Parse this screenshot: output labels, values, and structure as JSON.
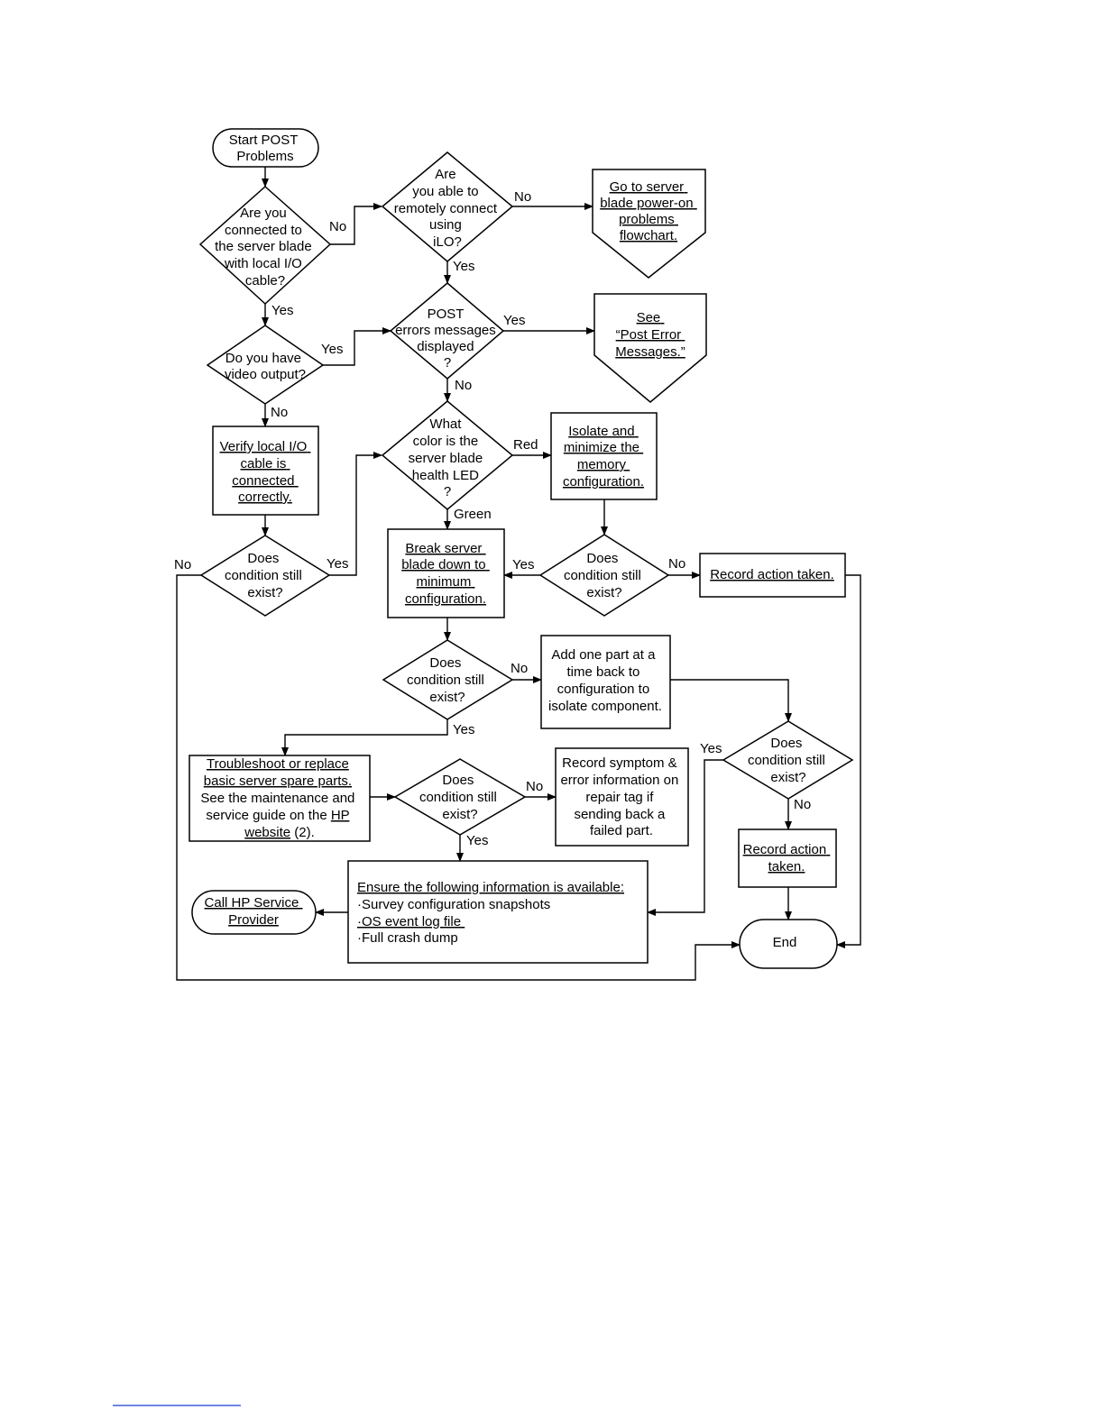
{
  "nodes": {
    "start": [
      "Start POST",
      "Problems"
    ],
    "d_local": [
      "Are you",
      "connected to",
      "the server blade",
      "with local I/O",
      "cable?"
    ],
    "d_remote": [
      "Are",
      "you able to",
      "remotely connect",
      "using",
      "iLO?"
    ],
    "power_on": [
      "Go to server",
      "blade power-on",
      "problems",
      "flowchart."
    ],
    "d_post": [
      "POST",
      "errors messages",
      "displayed",
      "?"
    ],
    "see_post": [
      "See",
      "“Post Error",
      "Messages.”"
    ],
    "d_video": [
      "Do you have",
      "video output?"
    ],
    "verify_io": [
      "Verify local I/O",
      "cable is",
      "connected",
      "correctly."
    ],
    "d_color": [
      "What",
      "color is the",
      "server blade",
      "health LED",
      "?"
    ],
    "isolate_mem": [
      "Isolate and",
      "minimize the",
      "memory",
      "configuration."
    ],
    "d_exist1": [
      "Does",
      "condition still",
      "exist?"
    ],
    "break_down": [
      "Break server",
      "blade down to",
      "minimum",
      "configuration."
    ],
    "d_exist2": [
      "Does",
      "condition still",
      "exist?"
    ],
    "record1": [
      "Record action taken."
    ],
    "d_exist3": [
      "Does",
      "condition still",
      "exist?"
    ],
    "add_part": [
      "Add one part at a",
      "time back to",
      "configuration to",
      "isolate component."
    ],
    "d_exist4": [
      "Does",
      "condition still",
      "exist?"
    ],
    "troubleshoot_l1": "Troubleshoot or replace",
    "troubleshoot_l2": "basic server spare parts.",
    "troubleshoot_l3": "See the maintenance and",
    "troubleshoot_l4a": "service guide on the ",
    "troubleshoot_l4b": "HP",
    "troubleshoot_l5a": "website",
    "troubleshoot_l5b": " (2).",
    "d_exist5": [
      "Does",
      "condition still",
      "exist?"
    ],
    "record_symptom": [
      "Record symptom &",
      "error information on",
      "repair tag if",
      "sending back a",
      "failed part."
    ],
    "record2": [
      "Record action",
      "taken."
    ],
    "ensure_title": "Ensure the following information is available:",
    "ensure_1": "·Survey configuration snapshots",
    "ensure_2": "·OS event log file ",
    "ensure_3": "·Full crash dump",
    "call_hp": [
      "Call HP Service ",
      "Provider"
    ],
    "end": [
      "End"
    ]
  },
  "edge_labels": {
    "local_no": "No",
    "local_yes": "Yes",
    "remote_no": "No",
    "remote_yes": "Yes",
    "video_yes": "Yes",
    "video_no": "No",
    "post_yes": "Yes",
    "post_no": "No",
    "color_red": "Red",
    "color_green": "Green",
    "exist1_no": "No",
    "exist1_yes": "Yes",
    "exist2_yes": "Yes",
    "exist2_no": "No",
    "exist3_no": "No",
    "exist3_yes": "Yes",
    "exist4_yes": "Yes",
    "exist4_no": "No",
    "exist5_no": "No",
    "exist5_yes": "Yes"
  }
}
